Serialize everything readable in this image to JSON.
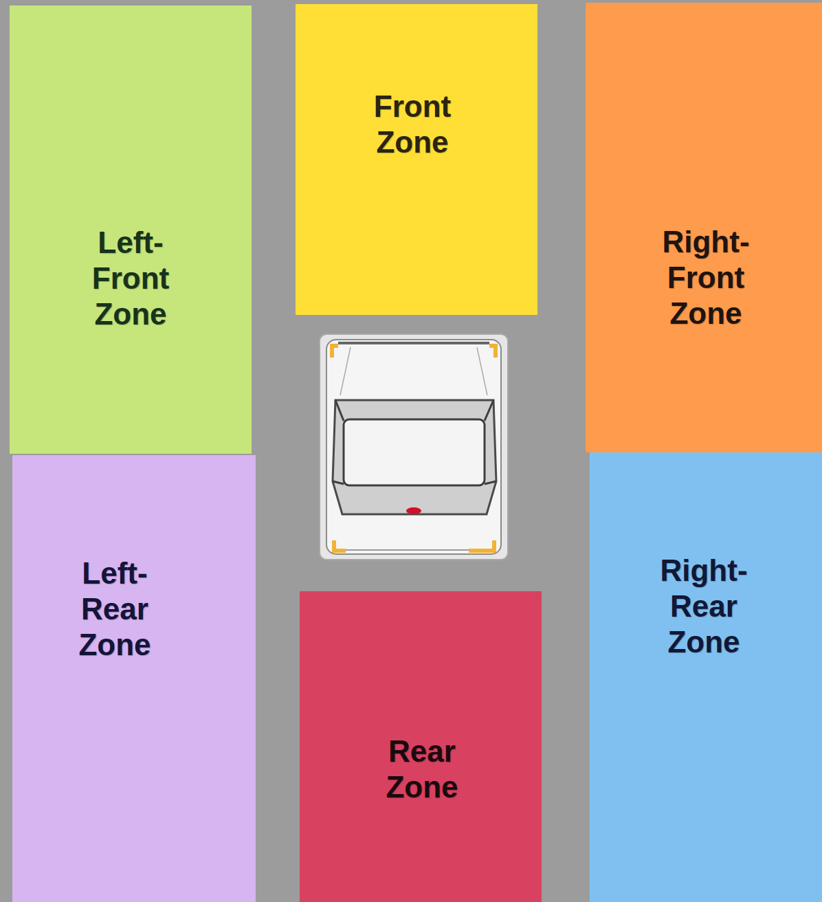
{
  "diagram": {
    "nodes": [
      {
        "text": [
          "Left- Front Zone"
        ]
      },
      {
        "text": [
          "Front Zone"
        ]
      },
      {
        "text": [
          "Right- Front Zone"
        ]
      },
      {
        "text": [
          "Left- Rear Zone"
        ]
      },
      {
        "text": [
          "Rear Zone"
        ]
      },
      {
        "text": [
          "Right- Rear Zone"
        ]
      }
    ]
  }
}
